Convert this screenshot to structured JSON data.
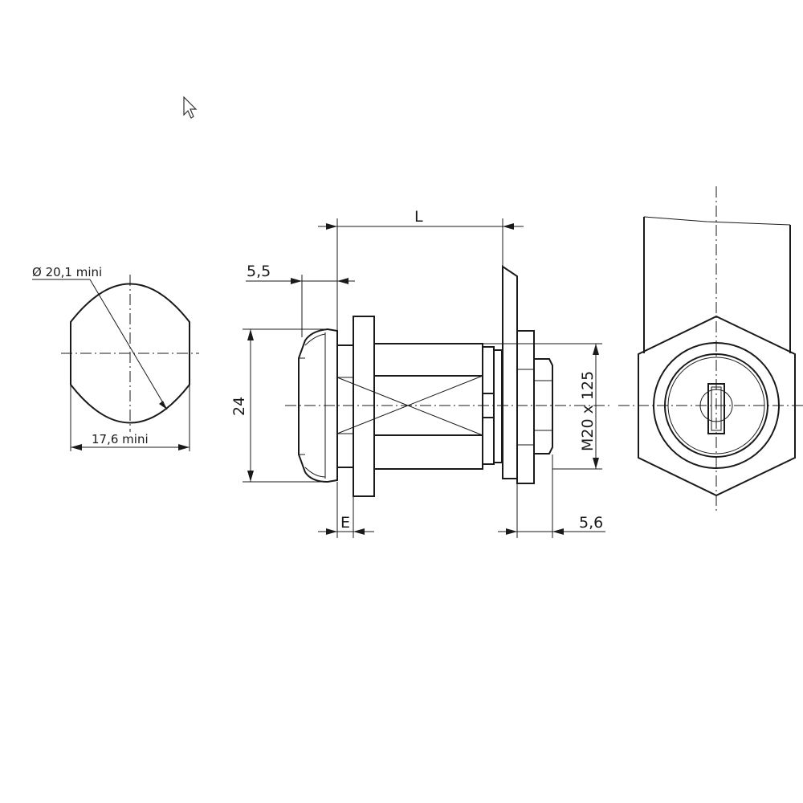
{
  "dimensions": {
    "diameter": "Ø 20,1 mini",
    "flat_width": "17,6 mini",
    "length": "L",
    "bezel_offset": "5,5",
    "body_height": "24",
    "thread": "M20 x 125",
    "panel_thickness": "E",
    "nut_depth": "5,6"
  },
  "colors": {
    "line": "#1a1a1a",
    "background": "#ffffff"
  }
}
